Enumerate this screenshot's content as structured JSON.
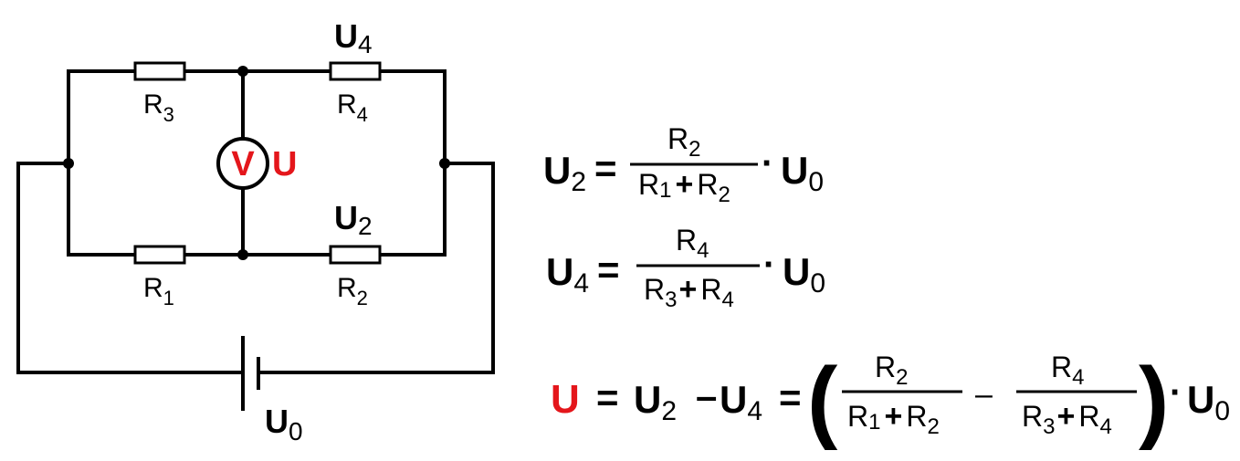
{
  "colors": {
    "wire": "#000000",
    "accent": "#e4161b",
    "background": "#ffffff"
  },
  "circuit": {
    "resistors": {
      "r3": {
        "letter": "R",
        "sub": "3"
      },
      "r4": {
        "letter": "R",
        "sub": "4"
      },
      "r1": {
        "letter": "R",
        "sub": "1"
      },
      "r2": {
        "letter": "R",
        "sub": "2"
      }
    },
    "voltages": {
      "u4": {
        "letter": "U",
        "sub": "4"
      },
      "u2": {
        "letter": "U",
        "sub": "2"
      },
      "u0": {
        "letter": "U",
        "sub": "0"
      }
    },
    "voltmeter": {
      "symbol": "V",
      "reading_label": "U"
    }
  },
  "formulas": {
    "eq_u2": {
      "lhs": {
        "letter": "U",
        "sub": "2"
      },
      "equals": "=",
      "numerator": {
        "letter": "R",
        "sub": "2"
      },
      "denominator": {
        "a": {
          "letter": "R",
          "sub": "1"
        },
        "plus": "+",
        "b": {
          "letter": "R",
          "sub": "2"
        }
      },
      "dot": "·",
      "factor": {
        "letter": "U",
        "sub": "0"
      }
    },
    "eq_u4": {
      "lhs": {
        "letter": "U",
        "sub": "4"
      },
      "equals": "=",
      "numerator": {
        "letter": "R",
        "sub": "4"
      },
      "denominator": {
        "a": {
          "letter": "R",
          "sub": "3"
        },
        "plus": "+",
        "b": {
          "letter": "R",
          "sub": "4"
        }
      },
      "dot": "·",
      "factor": {
        "letter": "U",
        "sub": "0"
      }
    },
    "eq_u": {
      "lhs": "U",
      "equals1": "=",
      "t1": {
        "letter": "U",
        "sub": "2"
      },
      "minus": "–",
      "t2": {
        "letter": "U",
        "sub": "4"
      },
      "equals2": "=",
      "paren_open": "(",
      "frac1": {
        "numerator": {
          "letter": "R",
          "sub": "2"
        },
        "denominator": {
          "a": {
            "letter": "R",
            "sub": "1"
          },
          "plus": "+",
          "b": {
            "letter": "R",
            "sub": "2"
          }
        }
      },
      "minus2": "–",
      "frac2": {
        "numerator": {
          "letter": "R",
          "sub": "4"
        },
        "denominator": {
          "a": {
            "letter": "R",
            "sub": "3"
          },
          "plus": "+",
          "b": {
            "letter": "R",
            "sub": "4"
          }
        }
      },
      "paren_close": ")",
      "dot": "·",
      "factor": {
        "letter": "U",
        "sub": "0"
      }
    }
  }
}
